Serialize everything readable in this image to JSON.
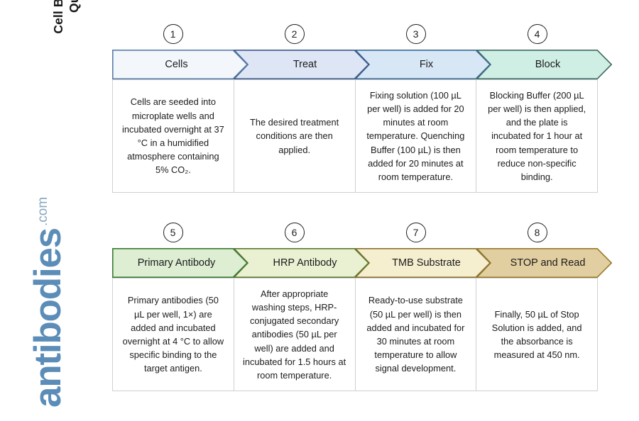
{
  "sidebar": {
    "title_line1": "Cell Based ELISA Kits",
    "title_line2": "Quick Protocol",
    "brand_name": "antibodies",
    "brand_tld": ".com",
    "brand_color": "#5b8db8"
  },
  "rows": [
    {
      "steps": [
        {
          "number": "1",
          "label": "Cells",
          "body": "Cells are seeded into microplate wells and incubated overnight at 37 °C in a humidified atmosphere containing 5% CO₂.",
          "fill": "#f3f7fc",
          "stroke": "#5a7fa8"
        },
        {
          "number": "2",
          "label": "Treat",
          "body": "The desired treatment conditions are then applied.",
          "fill": "#dee5f5",
          "stroke": "#3c5a8a"
        },
        {
          "number": "3",
          "label": "Fix",
          "body": "Fixing solution (100 µL per well) is added for 20 minutes at room temperature. Quenching Buffer (100 µL) is then added for 20 minutes at room temperature.",
          "fill": "#d7e7f5",
          "stroke": "#3b6a93"
        },
        {
          "number": "4",
          "label": "Block",
          "body": "Blocking Buffer (200 µL per well) is then applied, and the plate is incubated for 1 hour at room temperature to reduce non-specific binding.",
          "fill": "#cfeee4",
          "stroke": "#3f6b63"
        }
      ]
    },
    {
      "steps": [
        {
          "number": "5",
          "label": "Primary Antibody",
          "body": "Primary antibodies (50 µL per well, 1×) are added and incubated overnight at 4 °C to allow specific binding to the target antigen.",
          "fill": "#ddeed3",
          "stroke": "#3c7a35"
        },
        {
          "number": "6",
          "label": "HRP Antibody",
          "body": "After appropriate washing steps, HRP-conjugated secondary antibodies (50 µL per well) are added and incubated for 1.5 hours at room temperature.",
          "fill": "#eaf0d2",
          "stroke": "#5d7a2e"
        },
        {
          "number": "7",
          "label": "TMB Substrate",
          "body": "Ready-to-use substrate (50 µL per well) is then added and incubated for 30 minutes at room temperature to allow signal development.",
          "fill": "#f5eecf",
          "stroke": "#8a7233"
        },
        {
          "number": "8",
          "label": "STOP and Read",
          "body": "Finally, 50 µL of Stop Solution is added, and the absorbance is measured at 450 nm.",
          "fill": "#e2cfa1",
          "stroke": "#9a7b2c"
        }
      ]
    }
  ],
  "layout": {
    "row_width": 684,
    "notch": 20,
    "body_border": "#cfd0d2"
  }
}
